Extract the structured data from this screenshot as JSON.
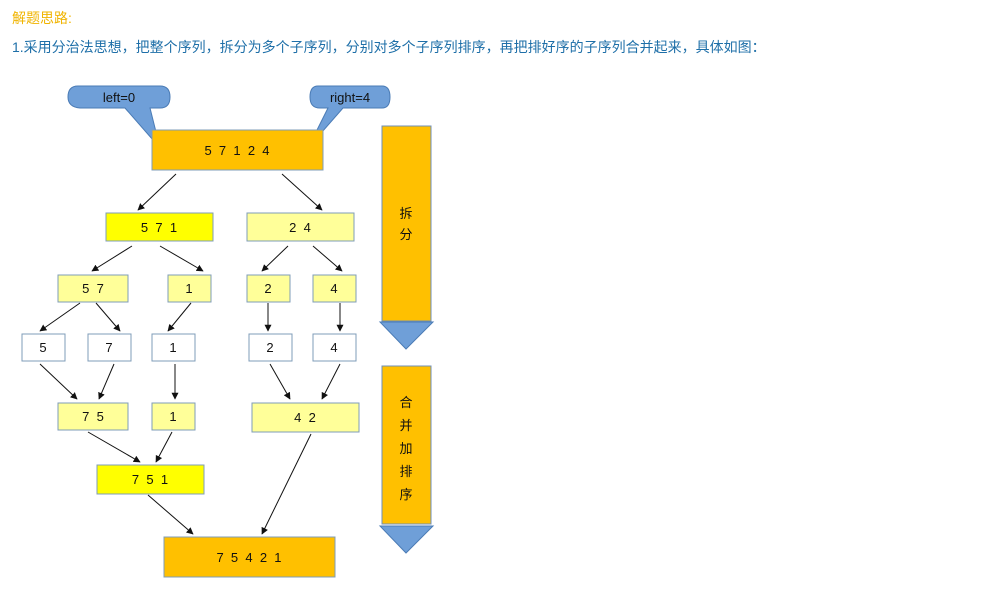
{
  "heading": "解题思路:",
  "description": "1.采用分治法思想，把整个序列，拆分为多个子序列，分别对多个子序列排序，再把排好序的子序列合并起来，具体如图：",
  "diagram": {
    "left_label": "left=0",
    "right_label": "right=4",
    "split_label": [
      "拆",
      "分"
    ],
    "merge_label": [
      "合",
      "并",
      "加",
      "排",
      "序"
    ],
    "nodes": {
      "root": "5  7  1  2  4",
      "l1a": "5  7  1",
      "l1b": "2  4",
      "l2a": "5  7",
      "l2b": "1",
      "l2c": "2",
      "l2d": "4",
      "l3a": "5",
      "l3b": "7",
      "l3c": "1",
      "l3d": "2",
      "l3e": "4",
      "m1a": "7  5",
      "m1b": "1",
      "m1c": "4  2",
      "m2": "7  5  1",
      "final": "7  5  4  2  1"
    }
  },
  "colors": {
    "orange": "#ffc000",
    "yellow": "#ffff00",
    "light_yellow": "#ffff99",
    "white_box": "#ffffff",
    "box_border": "#7f9cb8",
    "callout_blue": "#6f9fd8",
    "heading": "#f0b400",
    "text_blue": "#1e6fa8"
  }
}
